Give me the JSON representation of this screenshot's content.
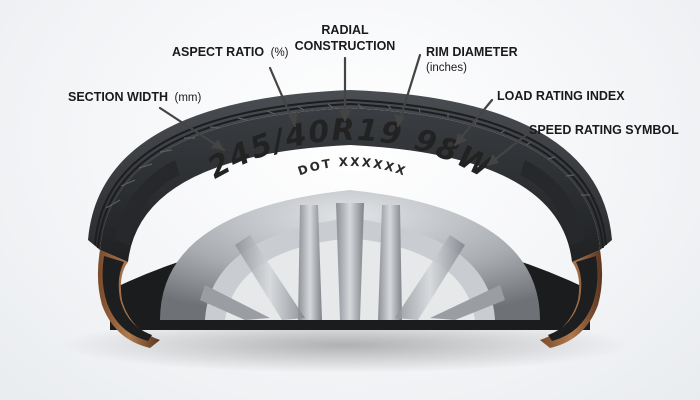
{
  "tire": {
    "size_code": "245/40R19 98W",
    "dot_code": "DOT XXXXXX"
  },
  "callouts": {
    "section_width": {
      "label": "SECTION WIDTH",
      "unit": "(mm)"
    },
    "aspect_ratio": {
      "label": "ASPECT RATIO",
      "unit": "(%)"
    },
    "radial_line1": "RADIAL",
    "radial_line2": "CONSTRUCTION",
    "rim_diameter": {
      "label": "RIM DIAMETER",
      "unit": "(inches)"
    },
    "load_rating": "LOAD RATING INDEX",
    "speed_rating": "SPEED RATING SYMBOL"
  },
  "colors": {
    "tire_rubber": "#2e3033",
    "tread": "#3b3e42",
    "rim_silver": "#b9bcc0",
    "section_cut": "#5a3a28",
    "arrow": "#444444"
  }
}
